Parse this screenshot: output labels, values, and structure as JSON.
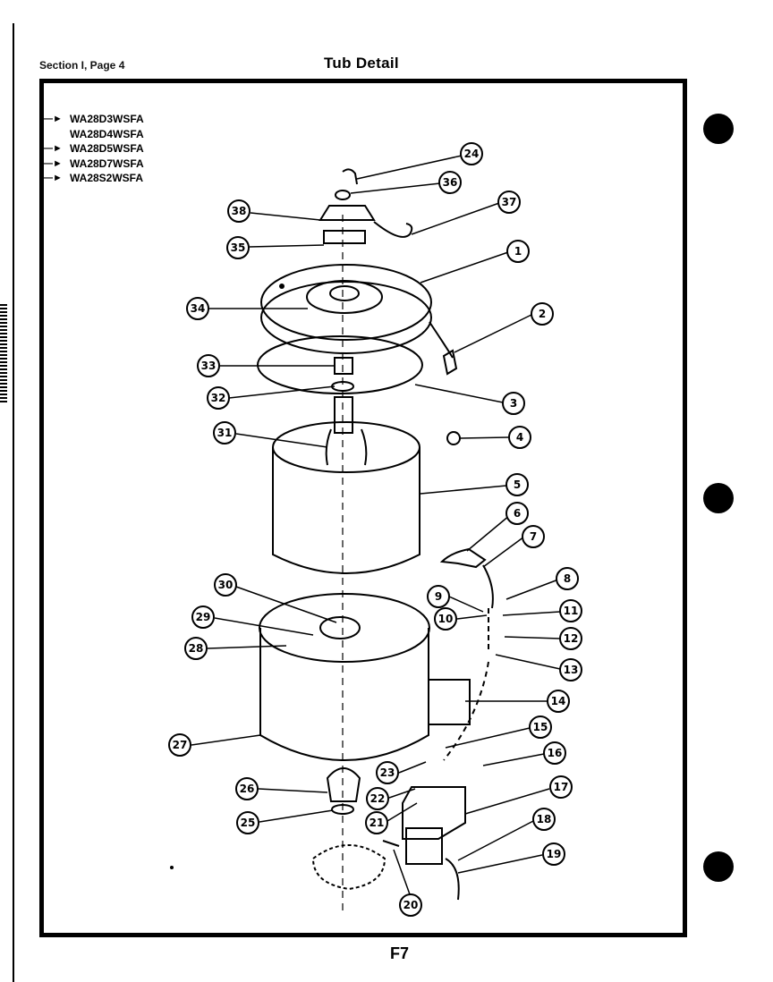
{
  "header": {
    "section": "Section I, Page 4",
    "title": "Tub Detail"
  },
  "models": [
    {
      "label": "WA28D3WSFA",
      "arrow": true
    },
    {
      "label": "WA28D4WSFA",
      "arrow": false
    },
    {
      "label": "WA28D5WSFA",
      "arrow": true
    },
    {
      "label": "WA28D7WSFA",
      "arrow": true
    },
    {
      "label": "WA28S2WSFA",
      "arrow": true
    }
  ],
  "callouts": [
    "24",
    "36",
    "37",
    "38",
    "35",
    "1",
    "34",
    "2",
    "33",
    "3",
    "32",
    "31",
    "4",
    "5",
    "6",
    "7",
    "8",
    "9",
    "10",
    "11",
    "12",
    "13",
    "30",
    "29",
    "28",
    "14",
    "27",
    "15",
    "16",
    "23",
    "26",
    "22",
    "17",
    "21",
    "25",
    "18",
    "19",
    "20"
  ],
  "footer": {
    "page_code": "F7"
  }
}
